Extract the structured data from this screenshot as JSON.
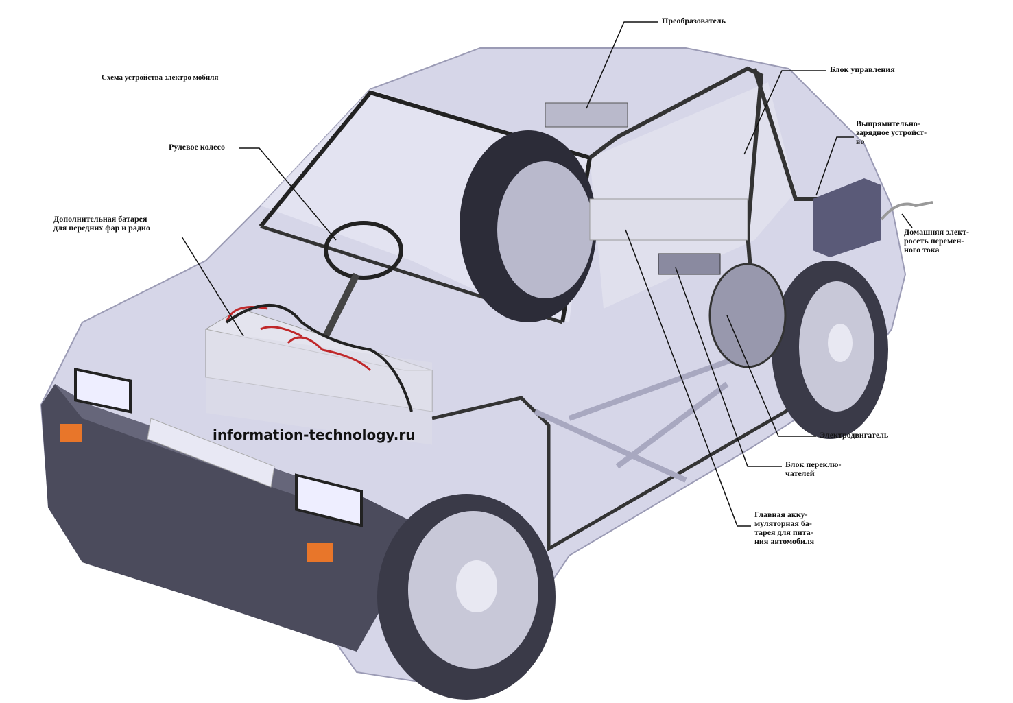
{
  "title": "Схема устройства электро  мобиля",
  "watermark": "information-technology.ru",
  "labels": {
    "converter": "Преобразователь",
    "control_unit": "Блок управления",
    "charger": [
      "Выпрямительно-",
      "зарядное устройст-",
      "во"
    ],
    "steering_wheel": "Рулевое колесо",
    "aux_battery": [
      "Дополнительная батарея",
      "для передних фар и радио"
    ],
    "mains": [
      "Домашняя элект-",
      "росеть перемен-",
      "ного тока"
    ],
    "motor": "Электродвигатель",
    "switch_block": [
      "Блок переклю-",
      "чателей"
    ],
    "main_battery": [
      "Главная акку-",
      "муляторная ба-",
      "тарея для пита-",
      "ния автомобиля"
    ]
  },
  "colors": {
    "body": "#cfcfe3",
    "bumper": "#4b4b5c",
    "indicator": "#e8762a",
    "battery_cable": "#c0282a"
  }
}
